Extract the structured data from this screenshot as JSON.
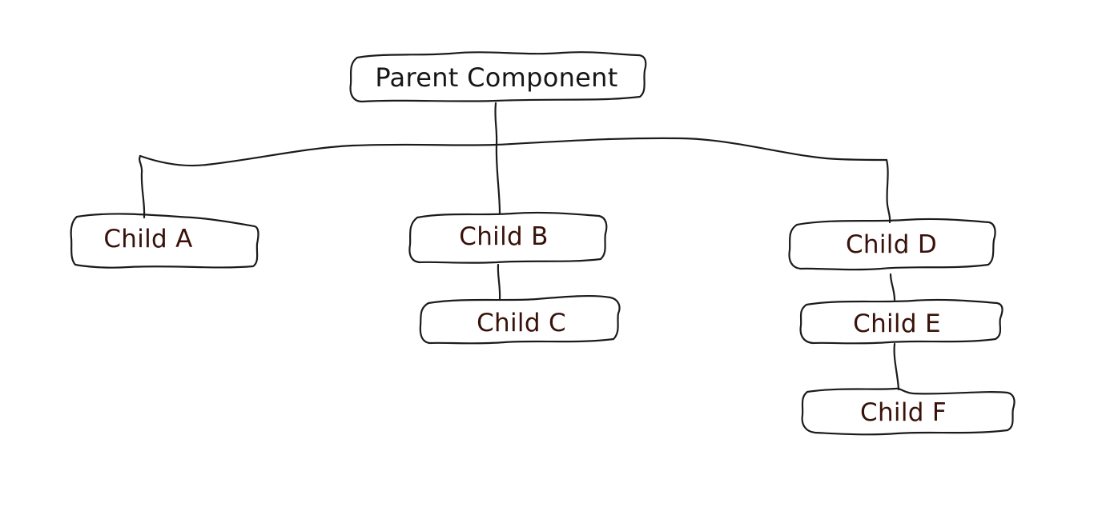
{
  "diagram": {
    "type": "tree",
    "style": "hand-drawn-sketch",
    "nodes": [
      {
        "id": "parent",
        "label": "Parent Component",
        "level": 0
      },
      {
        "id": "child_a",
        "label": "Child A",
        "level": 1
      },
      {
        "id": "child_b",
        "label": "Child B",
        "level": 1
      },
      {
        "id": "child_c",
        "label": "Child C",
        "level": 2
      },
      {
        "id": "child_d",
        "label": "Child D",
        "level": 1
      },
      {
        "id": "child_e",
        "label": "Child E",
        "level": 2
      },
      {
        "id": "child_f",
        "label": "Child F",
        "level": 3
      }
    ],
    "edges": [
      {
        "from": "parent",
        "to": "child_a"
      },
      {
        "from": "parent",
        "to": "child_b"
      },
      {
        "from": "parent",
        "to": "child_d"
      },
      {
        "from": "child_b",
        "to": "child_c"
      },
      {
        "from": "child_d",
        "to": "child_e"
      },
      {
        "from": "child_e",
        "to": "child_f"
      }
    ],
    "colors": {
      "stroke": "#1b1b1b",
      "root_text": "#161616",
      "child_text": "#38120a",
      "background": "#ffffff"
    }
  }
}
